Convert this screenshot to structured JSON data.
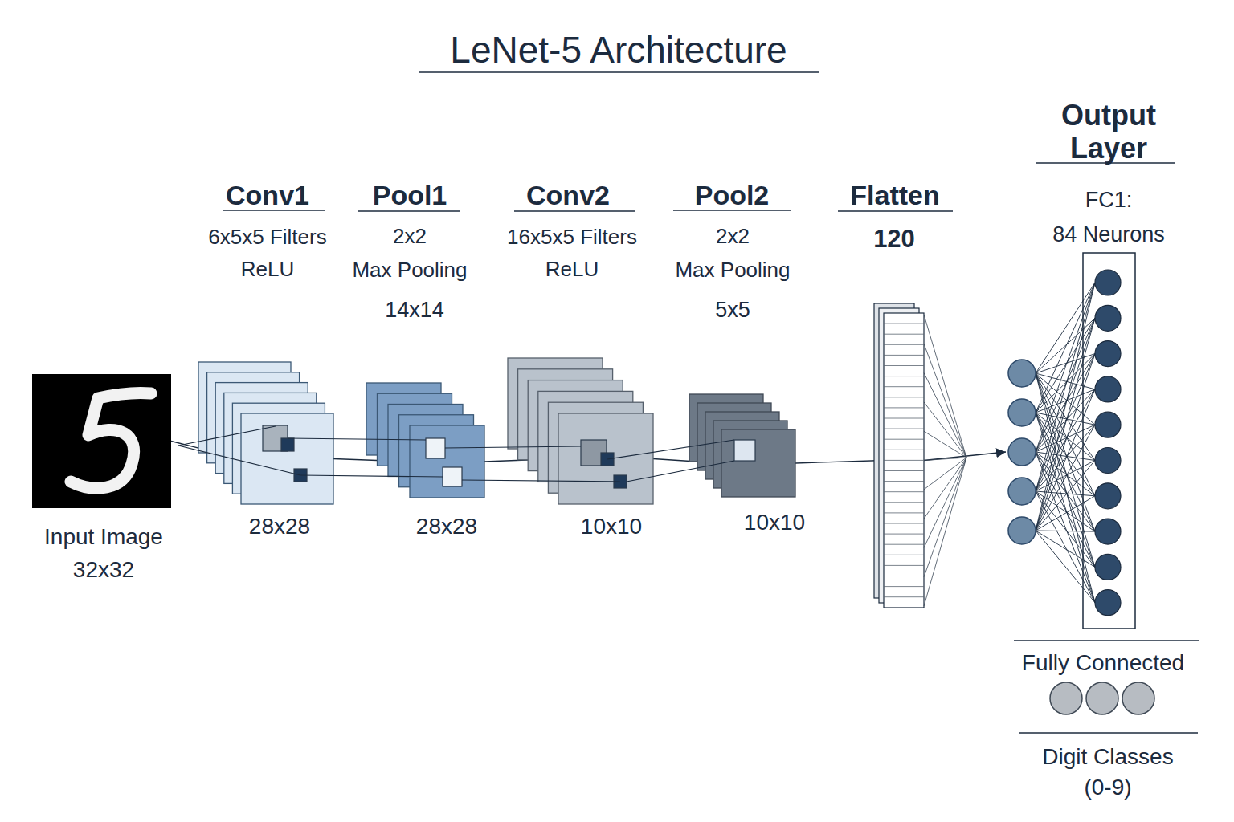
{
  "diagram": {
    "title": "LeNet-5 Architecture",
    "nodes": [
      {
        "text": [
          "Input Image 32x32"
        ]
      },
      {
        "text": [
          "Conv1",
          "6x5x5 Filters ReLU",
          "28x28"
        ]
      },
      {
        "text": [
          "Pool1",
          "2x2 Max Pooling",
          "14x14",
          "28x28"
        ]
      },
      {
        "text": [
          "Conv2",
          "16x5x5 Filters ReLU",
          "10x10"
        ]
      },
      {
        "text": [
          "Pool2",
          "2x2 Max Pooling",
          "5x5",
          "10x10"
        ]
      },
      {
        "text": [
          "Flatten",
          "120"
        ]
      },
      {
        "text": [
          "Output Layer",
          "FC1: 84 Neurons"
        ]
      }
    ],
    "edges": [
      {
        "from": 0,
        "to": 1,
        "arrow": "none"
      },
      {
        "from": 1,
        "to": 2,
        "arrow": "none"
      },
      {
        "from": 2,
        "to": 3,
        "arrow": "none"
      },
      {
        "from": 3,
        "to": 4,
        "arrow": "none"
      },
      {
        "from": 4,
        "to": 5,
        "arrow": "to"
      },
      {
        "from": 5,
        "to": 6,
        "arrow": "to"
      }
    ],
    "labels": [
      "Fully Connected",
      "Digit Classes (0-9)"
    ]
  }
}
